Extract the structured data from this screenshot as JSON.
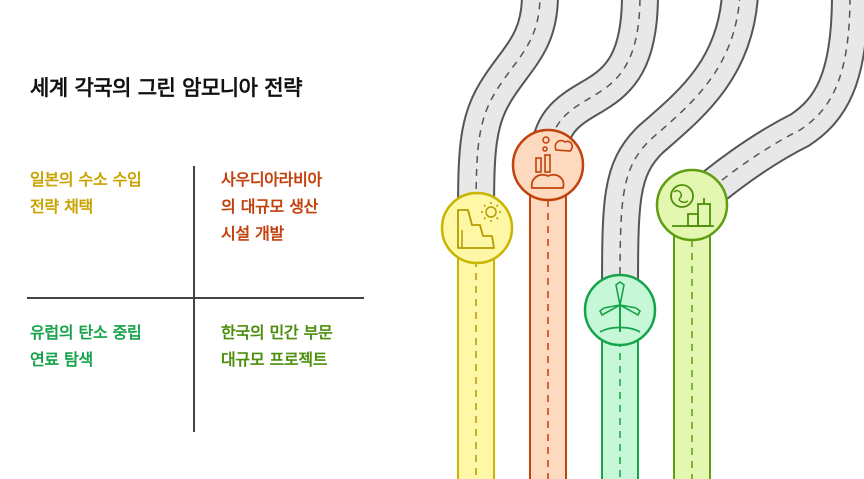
{
  "title": "세계 각국의 그린 암모니아 전략",
  "quadrants": [
    {
      "text": "일본의 수소 수입\n전략 채택",
      "color": "#c9a300"
    },
    {
      "text": "사우디아라비아\n의 대규모 생산\n시설 개발",
      "color": "#c2410c"
    },
    {
      "text": "유럽의 탄소 중립\n연료 탐색",
      "color": "#16a34a"
    },
    {
      "text": "한국의 민간 부문\n대규모 프로젝트",
      "color": "#4d8f0c"
    }
  ],
  "roads": [
    {
      "icon": "factory-sun-icon",
      "fill": "#fdf7a6",
      "stroke": "#c9b400"
    },
    {
      "icon": "chemical-plant-icon",
      "fill": "#fdd9bf",
      "stroke": "#c2410c"
    },
    {
      "icon": "wind-turbine-icon",
      "fill": "#c6f7d7",
      "stroke": "#16a34a"
    },
    {
      "icon": "globe-city-icon",
      "fill": "#e4f7b1",
      "stroke": "#5f9e10"
    }
  ]
}
